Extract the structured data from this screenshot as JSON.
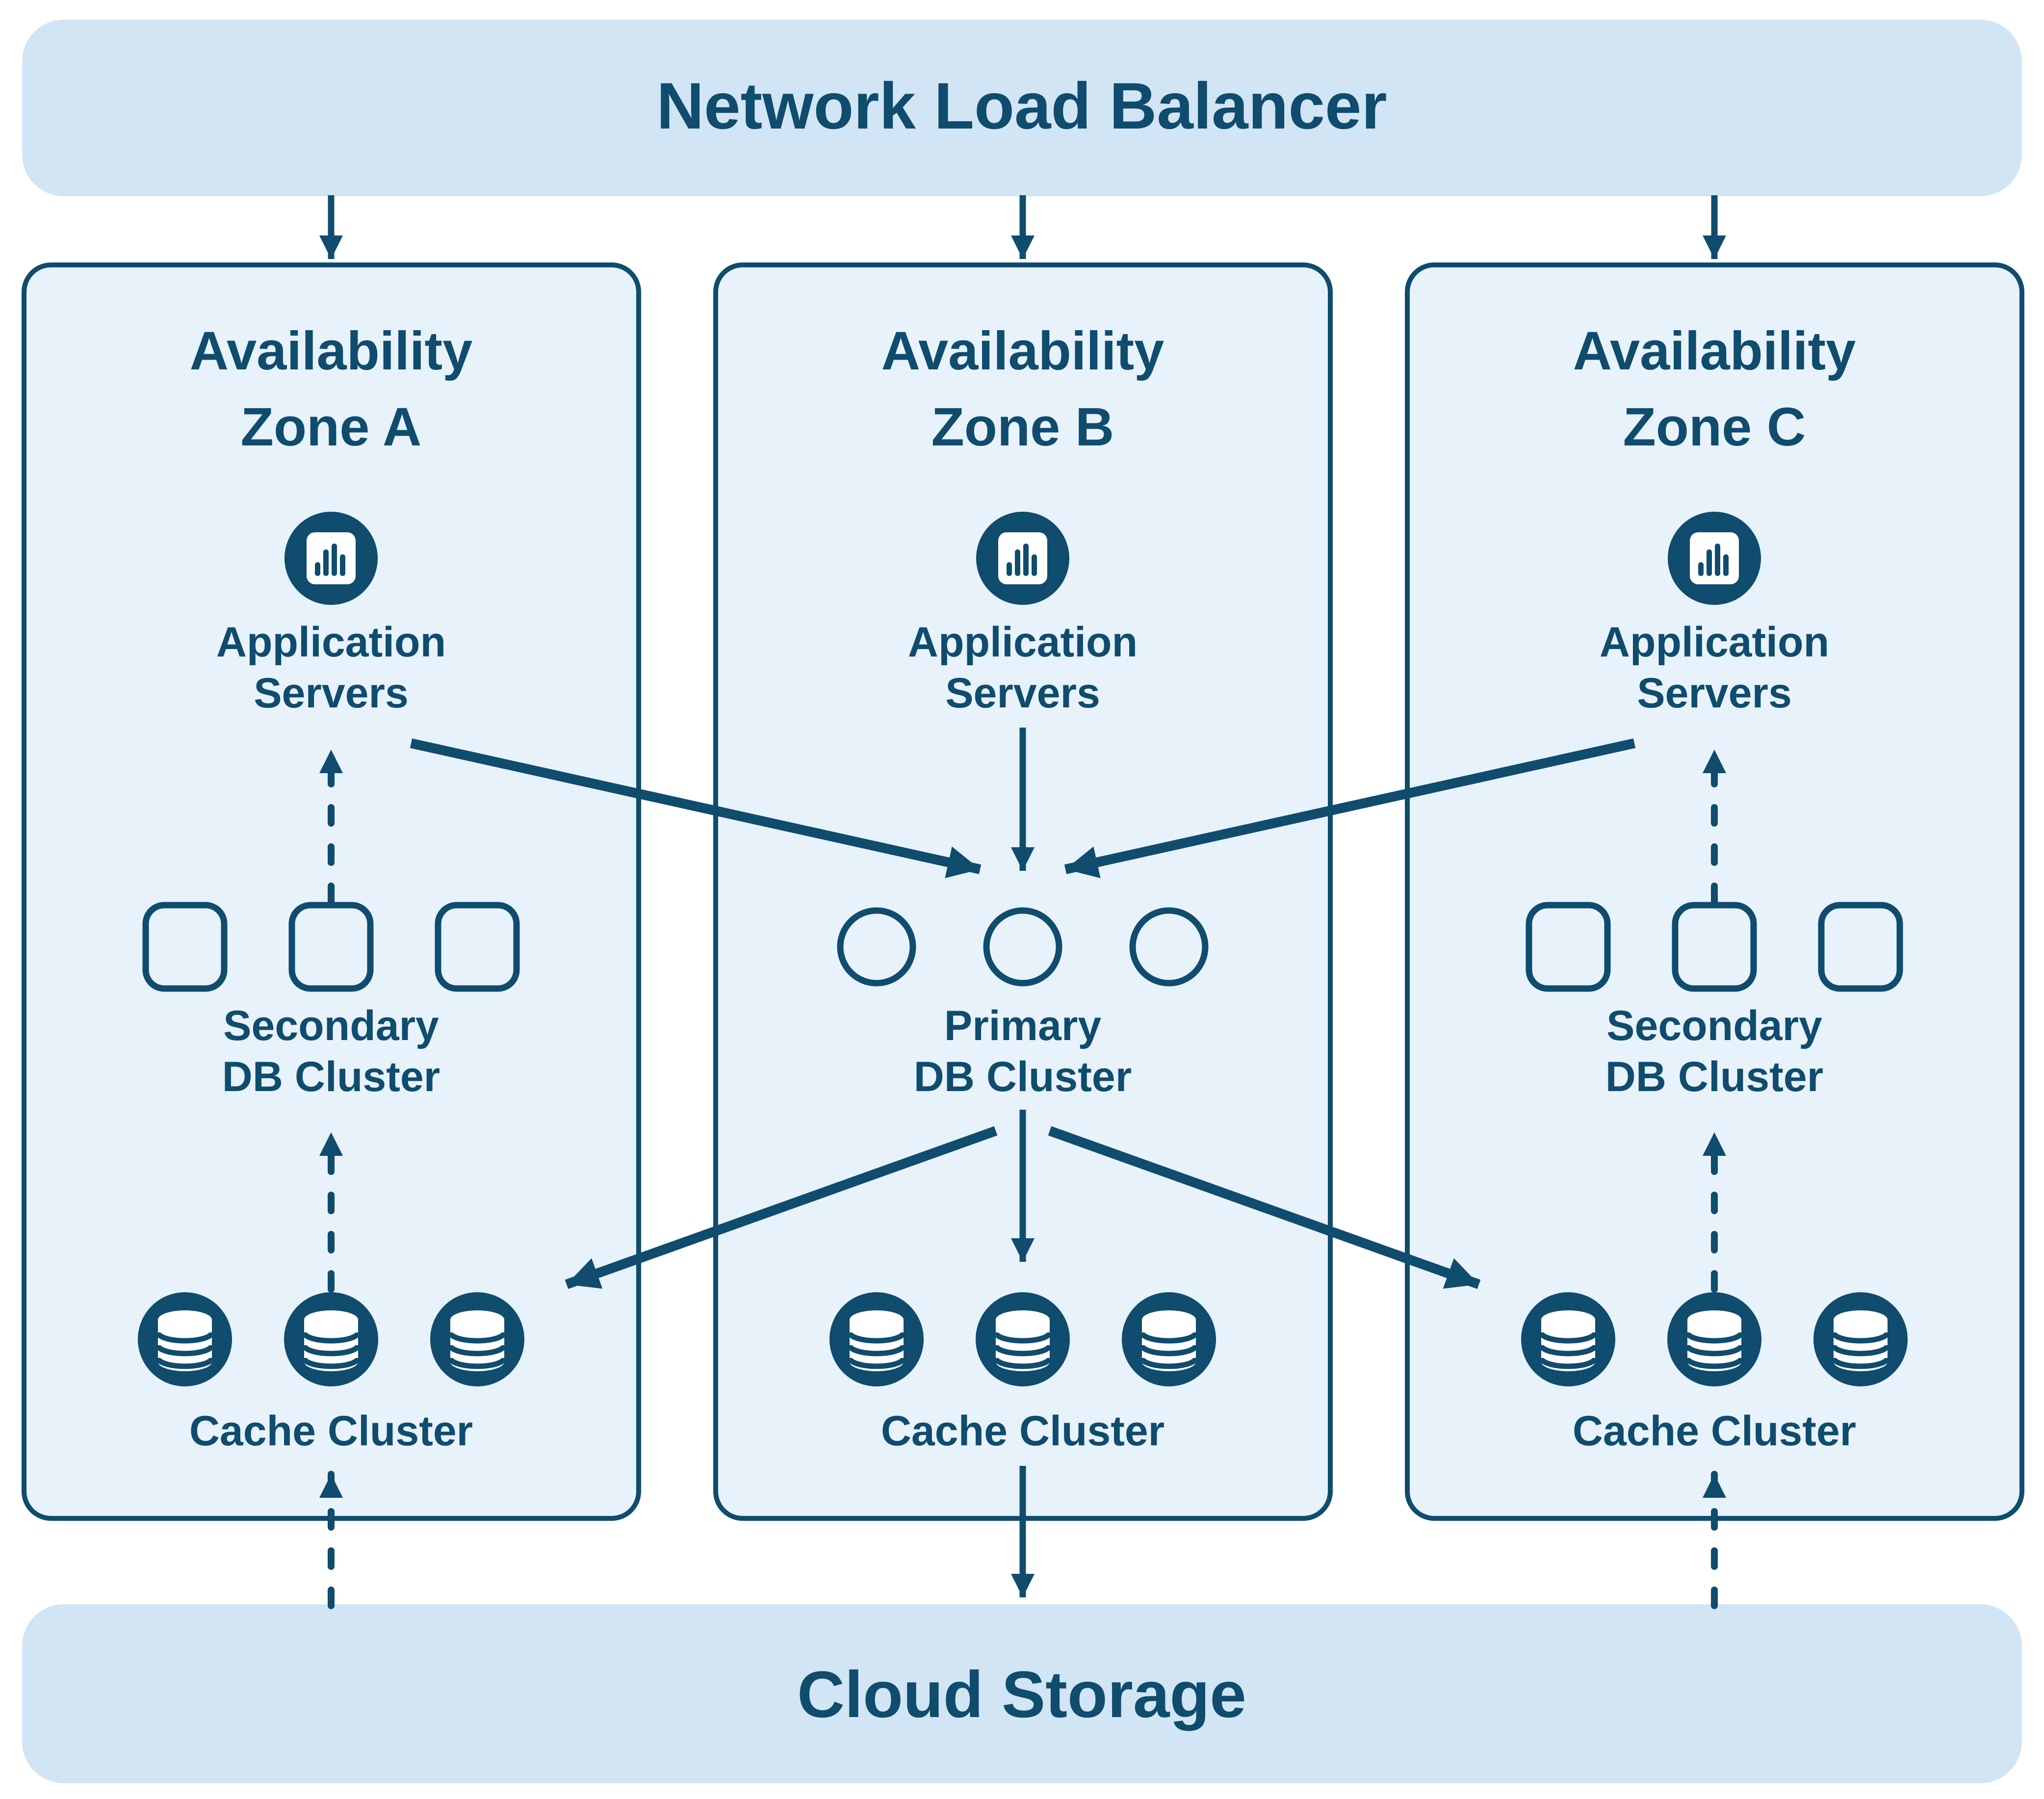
{
  "colors": {
    "dark": "#0f4c6d",
    "banner_fill": "#d2e5f5",
    "zone_fill": "#e8f2fb",
    "icon_white": "#ffffff",
    "background": "#ffffff"
  },
  "network_load_balancer": {
    "label": "Network Load Balancer"
  },
  "cloud_storage": {
    "label": "Cloud Storage"
  },
  "zones": [
    {
      "title_line1": "Availability",
      "title_line2": "Zone A",
      "app_servers": {
        "icon": "bar-chart-icon",
        "label_line1": "Application",
        "label_line2": "Servers"
      },
      "db_cluster": {
        "label_line1": "Secondary",
        "label_line2": "DB Cluster",
        "node_shape": "rounded-square",
        "node_count": 3
      },
      "cache_cluster": {
        "icon": "database-icon",
        "label": "Cache Cluster",
        "node_count": 3
      }
    },
    {
      "title_line1": "Availability",
      "title_line2": "Zone B",
      "app_servers": {
        "icon": "bar-chart-icon",
        "label_line1": "Application",
        "label_line2": "Servers"
      },
      "db_cluster": {
        "label_line1": "Primary",
        "label_line2": "DB Cluster",
        "node_shape": "circle",
        "node_count": 3
      },
      "cache_cluster": {
        "icon": "database-icon",
        "label": "Cache Cluster",
        "node_count": 3
      }
    },
    {
      "title_line1": "Availability",
      "title_line2": "Zone C",
      "app_servers": {
        "icon": "bar-chart-icon",
        "label_line1": "Application",
        "label_line2": "Servers"
      },
      "db_cluster": {
        "label_line1": "Secondary",
        "label_line2": "DB Cluster",
        "node_shape": "rounded-square",
        "node_count": 3
      },
      "cache_cluster": {
        "icon": "database-icon",
        "label": "Cache Cluster",
        "node_count": 3
      }
    }
  ],
  "connections": [
    {
      "from": "Network Load Balancer",
      "to": "Zone A Application Servers",
      "style": "solid-arrow"
    },
    {
      "from": "Network Load Balancer",
      "to": "Zone B Application Servers",
      "style": "solid-arrow"
    },
    {
      "from": "Network Load Balancer",
      "to": "Zone C Application Servers",
      "style": "solid-arrow"
    },
    {
      "from": "Zone A Application Servers",
      "to": "Primary DB Cluster",
      "style": "solid-arrow"
    },
    {
      "from": "Zone B Application Servers",
      "to": "Primary DB Cluster",
      "style": "solid-arrow"
    },
    {
      "from": "Zone C Application Servers",
      "to": "Primary DB Cluster",
      "style": "solid-arrow"
    },
    {
      "from": "Primary DB Cluster",
      "to": "Zone A Cache Cluster",
      "style": "solid-arrow"
    },
    {
      "from": "Primary DB Cluster",
      "to": "Zone B Cache Cluster",
      "style": "solid-arrow"
    },
    {
      "from": "Primary DB Cluster",
      "to": "Zone C Cache Cluster",
      "style": "solid-arrow"
    },
    {
      "from": "Zone B Cache Cluster",
      "to": "Cloud Storage",
      "style": "solid-arrow"
    },
    {
      "from": "Zone A Secondary DB Cluster",
      "to": "Zone A Application Servers",
      "style": "dashed-arrow"
    },
    {
      "from": "Zone A Cache Cluster",
      "to": "Zone A Secondary DB Cluster",
      "style": "dashed-arrow"
    },
    {
      "from": "Cloud Storage",
      "to": "Zone A Cache Cluster",
      "style": "dashed-arrow"
    },
    {
      "from": "Zone C Secondary DB Cluster",
      "to": "Zone C Application Servers",
      "style": "dashed-arrow"
    },
    {
      "from": "Zone C Cache Cluster",
      "to": "Zone C Secondary DB Cluster",
      "style": "dashed-arrow"
    },
    {
      "from": "Cloud Storage",
      "to": "Zone C Cache Cluster",
      "style": "dashed-arrow"
    }
  ]
}
